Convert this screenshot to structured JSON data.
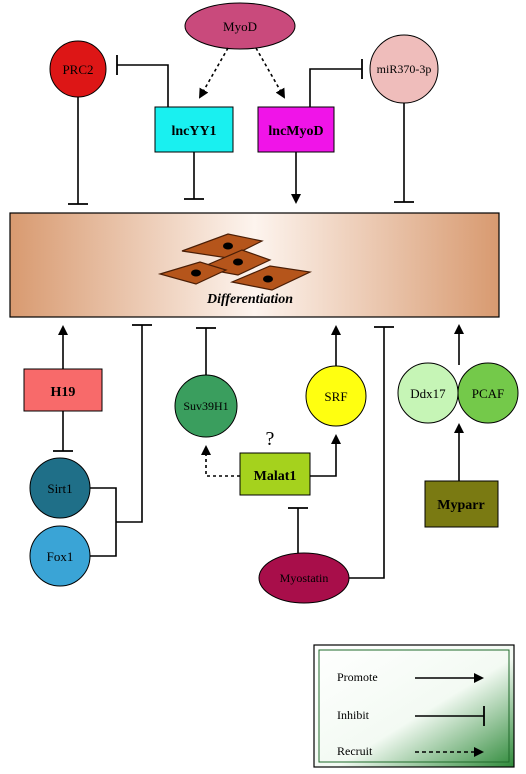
{
  "nodes": {
    "myod": "MyoD",
    "prc2": "PRC2",
    "lncyy1": "lncYY1",
    "lncmyod": "lncMyoD",
    "mir370": "miR370-3p",
    "h19": "H19",
    "sirt1": "Sirt1",
    "fox1": "Fox1",
    "suv39h1": "Suv39H1",
    "malat1": "Malat1",
    "srf": "SRF",
    "myostatin": "Myostatin",
    "ddx17": "Ddx17",
    "pcaf": "PCAF",
    "myparr": "Myparr"
  },
  "center": {
    "label": "Differentiation"
  },
  "question_mark": "?",
  "legend": {
    "promote": "Promote",
    "inhibit": "Inhibit",
    "recruit": "Recruit"
  },
  "colors": {
    "myod": "#c94a7c",
    "prc2": "#dd1616",
    "lncyy1": "#19f0f0",
    "lncmyod": "#f014e8",
    "mir370": "#efbdbb",
    "h19": "#f86a6a",
    "sirt1": "#1f6f88",
    "fox1": "#3aa4d6",
    "suv39h1": "#3a9e5e",
    "malat1": "#a5d21d",
    "srf": "#ffff10",
    "myostatin": "#a80e4a",
    "ddx17": "#c6f5b6",
    "pcaf": "#74c94a",
    "myparr": "#7a7a12",
    "cell": "#b5551b",
    "legend_dark": "#2f8a3a"
  }
}
